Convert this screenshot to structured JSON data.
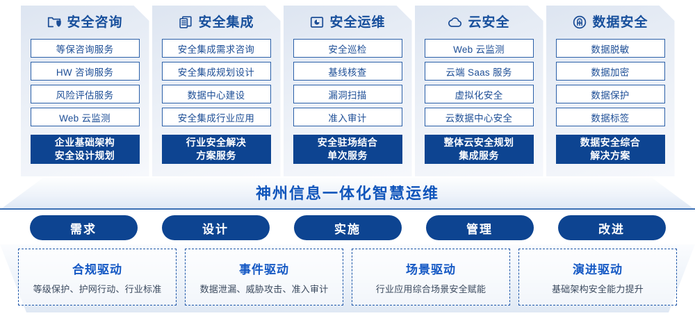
{
  "columns": [
    {
      "icon": "folder-shield-icon",
      "title": "安全咨询",
      "items": [
        "等保咨询服务",
        "HW 咨询服务",
        "风险评估服务",
        "Web 云监测"
      ],
      "highlight": [
        "企业基础架构",
        "安全设计规划"
      ]
    },
    {
      "icon": "stacked-documents-icon",
      "title": "安全集成",
      "items": [
        "安全集成需求咨询",
        "安全集成规划设计",
        "数据中心建设",
        "安全集成行业应用"
      ],
      "highlight": [
        "行业安全解决",
        "方案服务"
      ]
    },
    {
      "icon": "monitor-chart-icon",
      "title": "安全运维",
      "items": [
        "安全巡检",
        "基线核查",
        "漏洞扫描",
        "准入审计"
      ],
      "highlight": [
        "安全驻场结合",
        "单次服务"
      ]
    },
    {
      "icon": "cloud-icon",
      "title": "云安全",
      "items": [
        "Web 云监测",
        "云端 Saas 服务",
        "虚拟化安全",
        "云数据中心安全"
      ],
      "highlight": [
        "整体云安全规划",
        "集成服务"
      ]
    },
    {
      "icon": "fingerprint-icon",
      "title": "数据安全",
      "items": [
        "数据脱敏",
        "数据加密",
        "数据保护",
        "数据标签"
      ],
      "highlight": [
        "数据安全综合",
        "解决方案"
      ]
    }
  ],
  "banner": {
    "text": "神州信息一体化智慧运维"
  },
  "phases": [
    {
      "label": "需求"
    },
    {
      "label": "设计"
    },
    {
      "label": "实施"
    },
    {
      "label": "管理"
    },
    {
      "label": "改进"
    }
  ],
  "drivers": [
    {
      "title": "合规驱动",
      "subtitle": "等级保护、护网行动、行业标准"
    },
    {
      "title": "事件驱动",
      "subtitle": "数据泄漏、威胁攻击、准入审计"
    },
    {
      "title": "场景驱动",
      "subtitle": "行业应用综合场景安全赋能"
    },
    {
      "title": "演进驱动",
      "subtitle": "基础架构安全能力提升"
    }
  ],
  "colors": {
    "deep_blue": "#0d4491",
    "title_blue": "#174f9c",
    "banner_blue": "#1055bb",
    "border_blue": "#2a5fa8",
    "dashed_blue": "#1c56a8"
  }
}
